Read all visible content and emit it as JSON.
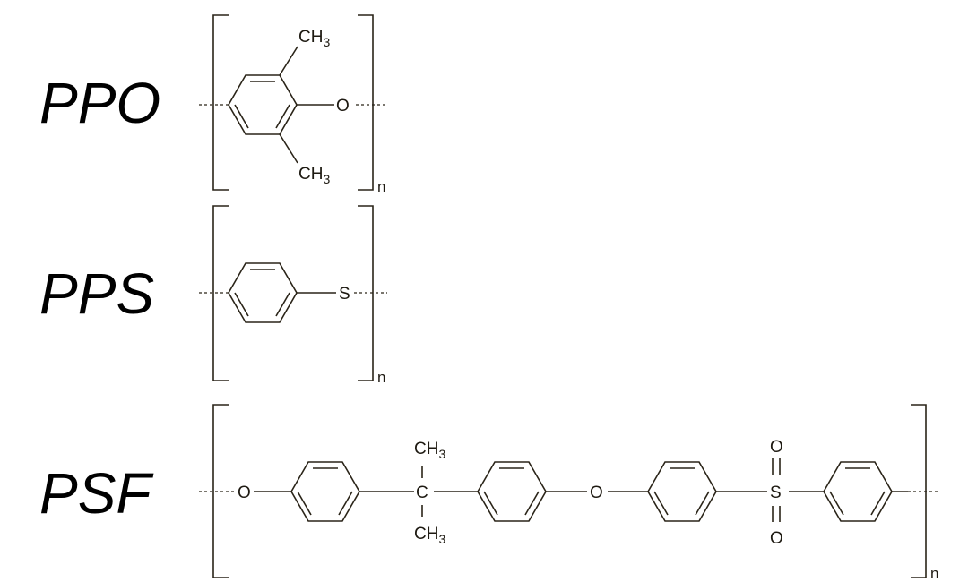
{
  "polymers": [
    {
      "name": "PPO",
      "atoms": {
        "methyl_top": "CH",
        "methyl_top_sub": "3",
        "oxygen": "O",
        "methyl_bottom": "CH",
        "methyl_bottom_sub": "3"
      },
      "repeat": "n"
    },
    {
      "name": "PPS",
      "atoms": {
        "sulfur": "S"
      },
      "repeat": "n"
    },
    {
      "name": "PSF",
      "atoms": {
        "oxygen_1": "O",
        "carbon": "C",
        "methyl_top": "CH",
        "methyl_top_sub": "3",
        "methyl_bottom": "CH",
        "methyl_bottom_sub": "3",
        "oxygen_2": "O",
        "sulfur": "S",
        "sulfonyl_o_top": "O",
        "sulfonyl_o_bottom": "O"
      },
      "repeat": "n"
    }
  ],
  "colors": {
    "line": "#2a2418",
    "text": "#000000"
  }
}
